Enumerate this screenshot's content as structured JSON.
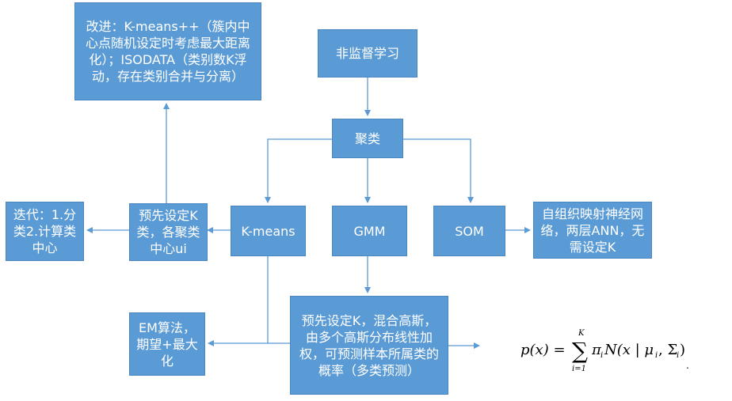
{
  "nodes": {
    "unsupervised": "非监督学习",
    "clustering": "聚类",
    "kmeans": "K-means",
    "gmm": "GMM",
    "som": "SOM",
    "improve": "改进：K-means++（簇内中心点随机设定时考虑最大距离化）；ISODATA（类别数K浮动，存在类别合并与分离）",
    "preset_k": "预先设定K类，各聚类中心ui",
    "iterate": "迭代：1.分类2.计算类中心",
    "som_desc": "自组织映射神经网络，两层ANN，无需设定K",
    "gmm_desc": "预先设定K，混合高斯，由多个高斯分布线性加权，可预测样本所属类的概率（多类预测）",
    "em": "EM算法，期望+最大化"
  },
  "formula": {
    "lhs": "p(x) =",
    "sum_top": "K",
    "sum_bottom": "i=1",
    "rhs": "π",
    "rhs_sub": "i",
    "n_part": "N(x | μ",
    "mu_sub": "i",
    "sigma_part": ", Σ",
    "sigma_sub": "i",
    "close": ")"
  },
  "colors": {
    "box_fill": "#5b9bd5",
    "arrow": "#5b9bd5"
  }
}
